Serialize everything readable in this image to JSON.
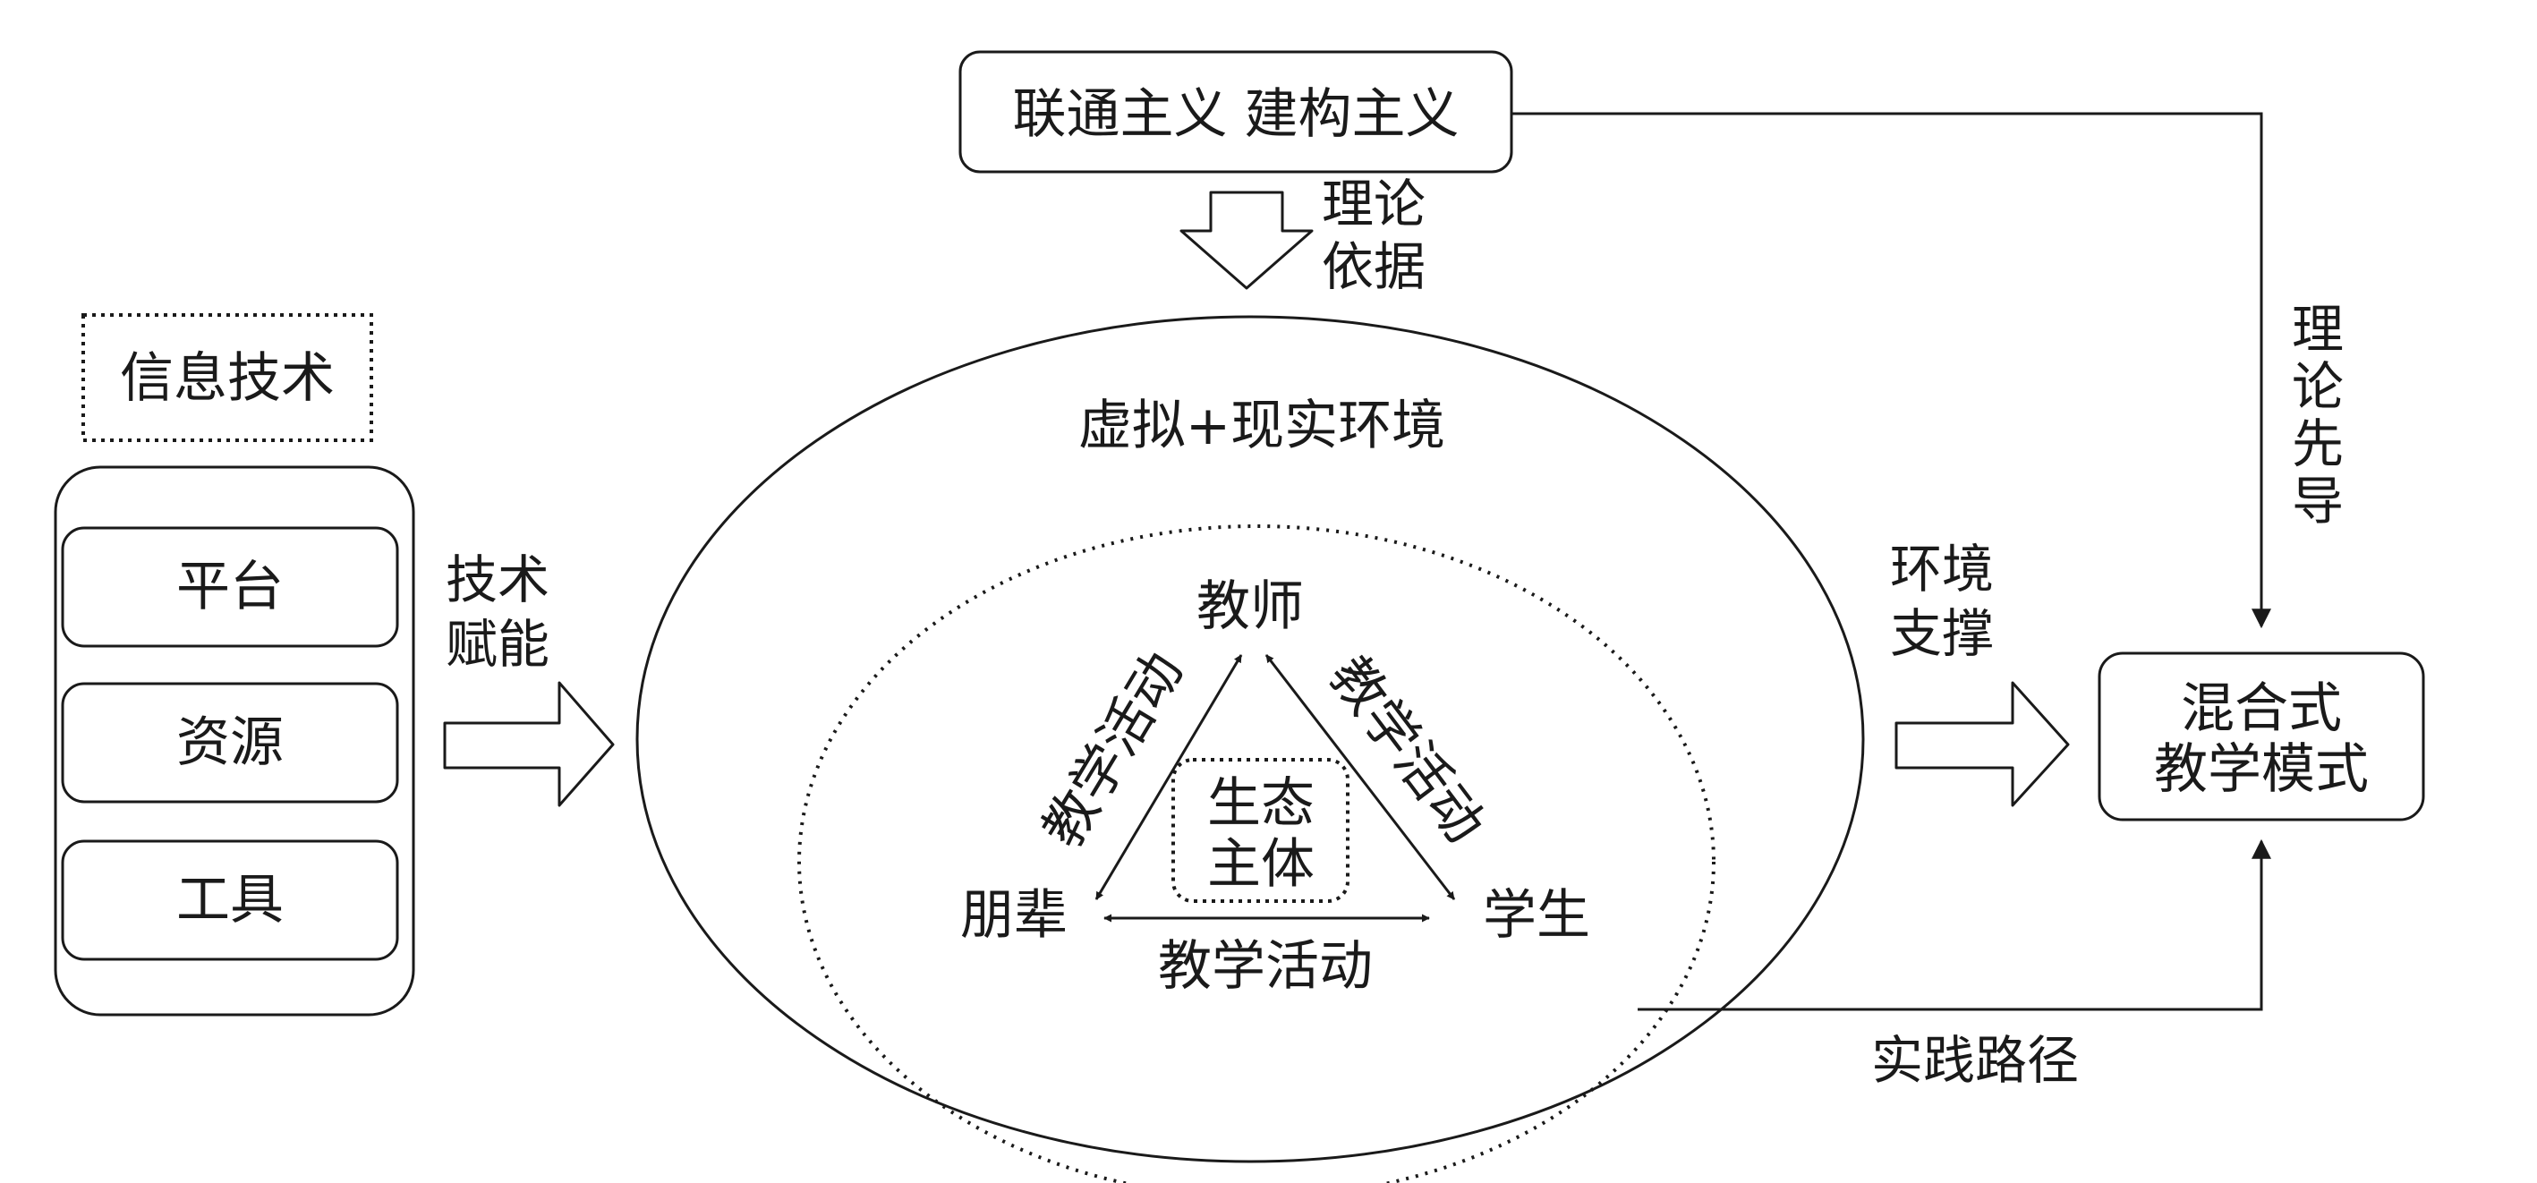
{
  "theory": {
    "label": "联通主义 建构主义"
  },
  "it": {
    "title": "信息技术",
    "items": [
      "平台",
      "资源",
      "工具"
    ]
  },
  "labels": {
    "theory_basis": [
      "理论",
      "依据"
    ],
    "tech_empower": [
      "技术",
      "赋能"
    ],
    "env_support": [
      "环境",
      "支撑"
    ],
    "theory_lead": [
      "理",
      "论",
      "先",
      "导"
    ],
    "practice_path": "实践路径"
  },
  "env": {
    "outer": "虚拟+现实环境",
    "core": [
      "生态",
      "主体"
    ],
    "teacher": "教师",
    "peer": "朋辈",
    "student": "学生",
    "activity": "教学活动"
  },
  "result": {
    "lines": [
      "混合式",
      "教学模式"
    ]
  }
}
